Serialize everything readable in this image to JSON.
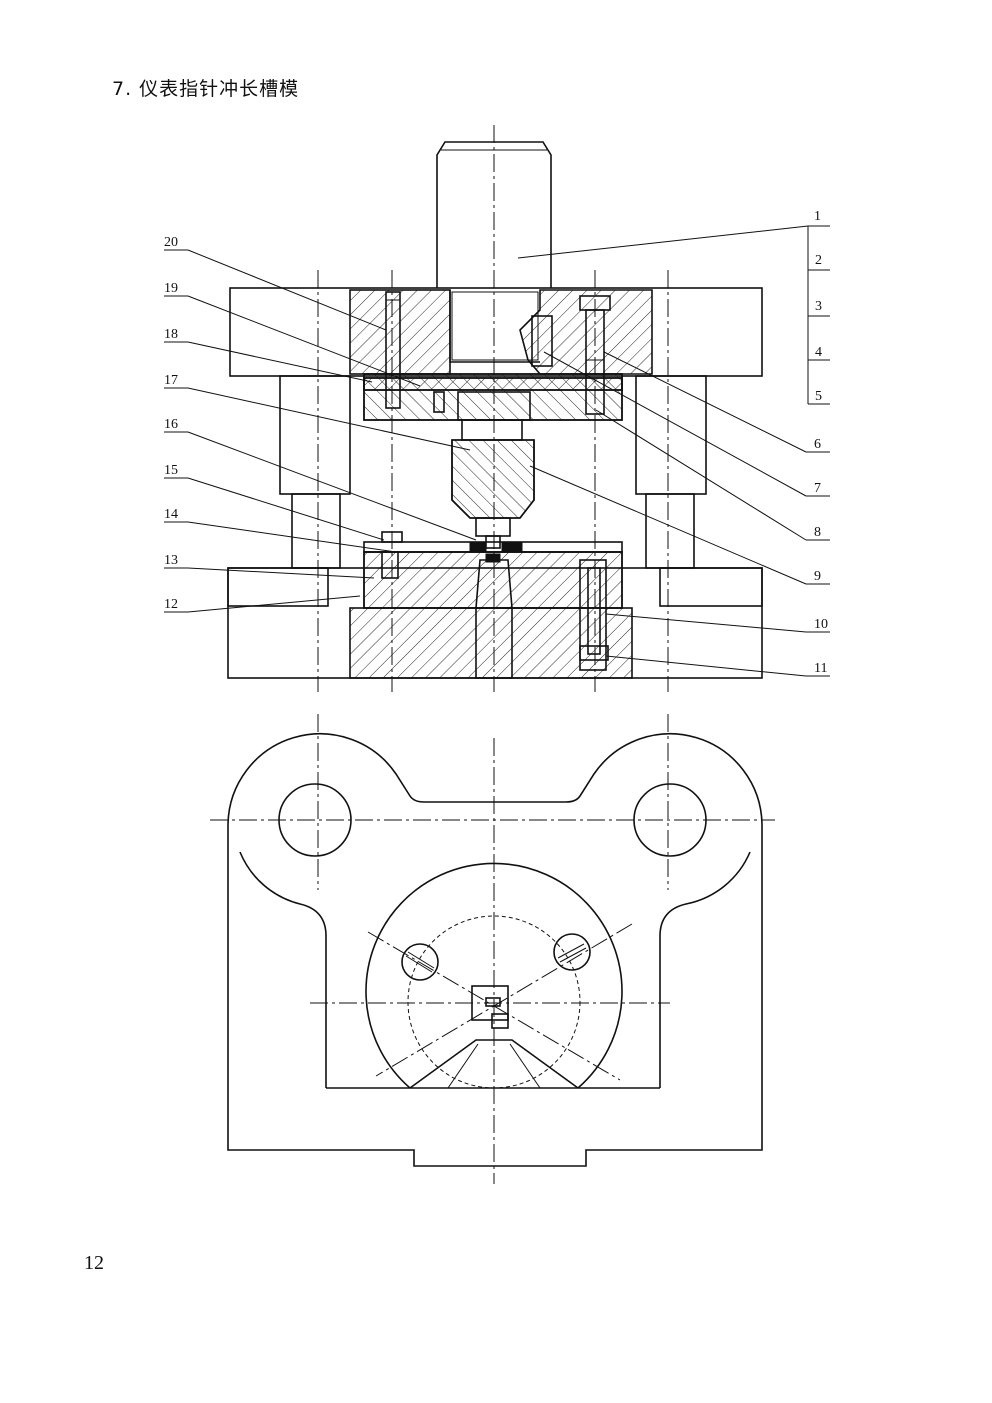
{
  "heading": "7. 仪表指针冲长槽模",
  "page_number": "12",
  "callouts": {
    "left": [
      "20",
      "19",
      "18",
      "17",
      "16",
      "15",
      "14",
      "13",
      "12"
    ],
    "right": [
      "1",
      "6",
      "7",
      "8",
      "9",
      "10",
      "11"
    ],
    "stack": [
      "2",
      "3",
      "4",
      "5"
    ]
  }
}
